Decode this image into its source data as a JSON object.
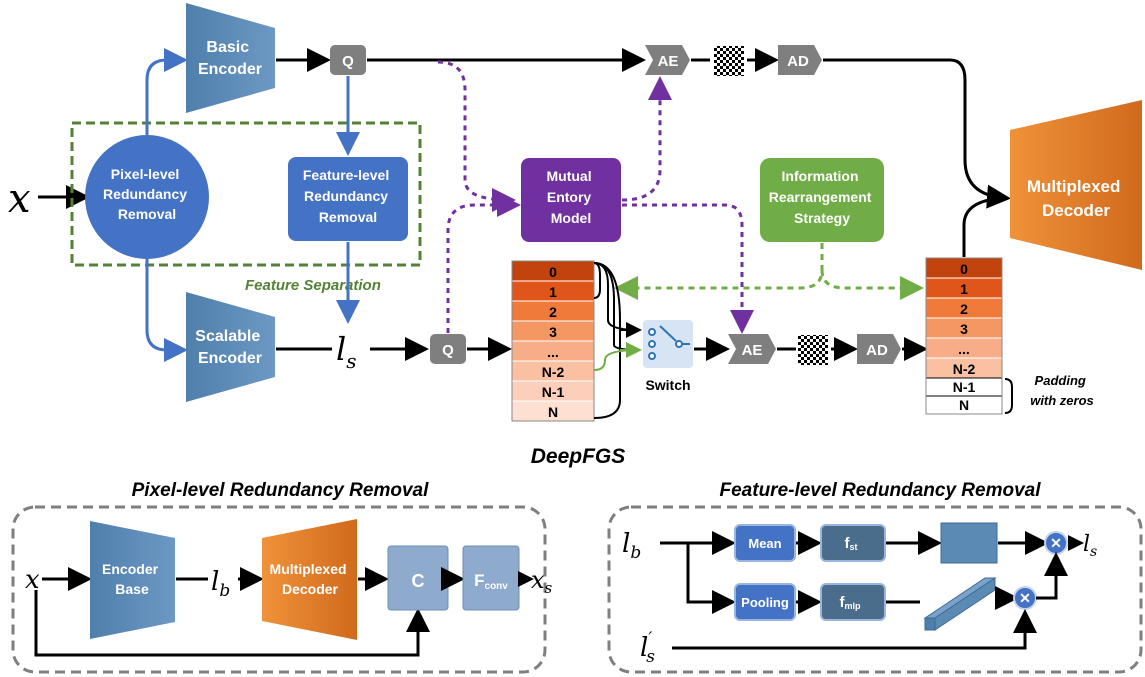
{
  "diagram": {
    "main_title": "DeepFGS",
    "input_x": "x",
    "basic_encoder": [
      "Basic",
      "Encoder"
    ],
    "scalable_encoder": [
      "Scalable",
      "Encoder"
    ],
    "pixel_removal": [
      "Pixel-level",
      "Redundancy",
      "Removal"
    ],
    "feature_removal": [
      "Feature-level",
      "Redundancy",
      "Removal"
    ],
    "feature_separation": "Feature Separation",
    "q": "Q",
    "ls": "l",
    "ls_sub": "s",
    "ae": "AE",
    "ad": "AD",
    "mutual_entropy": [
      "Mutual",
      "Entory",
      "Model"
    ],
    "info_strategy": [
      "Information",
      "Rearrangement",
      "Strategy"
    ],
    "multiplexed_decoder": [
      "Multiplexed",
      "Decoder"
    ],
    "switch": "Switch",
    "layers_left": [
      "0",
      "1",
      "2",
      "3",
      "...",
      "N-2",
      "N-1",
      "N"
    ],
    "layers_right": [
      "0",
      "1",
      "2",
      "3",
      "...",
      "N-2",
      "N-1",
      "N"
    ],
    "padding": [
      "Padding",
      "with zeros"
    ],
    "pixel_panel": {
      "title": "Pixel-level Redundancy Removal",
      "x": "x",
      "encoder_base": [
        "Encoder",
        "Base"
      ],
      "lb": "l",
      "lb_sub": "b",
      "decoder": [
        "Multiplexed",
        "Decoder"
      ],
      "c": "C",
      "fconv": "F",
      "fconv_sub": "conv",
      "xs": "x",
      "xs_sub": "s"
    },
    "feature_panel": {
      "title": "Feature-level Redundancy Removal",
      "lb": "l",
      "lb_sub": "b",
      "mean": "Mean",
      "pooling": "Pooling",
      "fst": "f",
      "fst_sub": "st",
      "fmlp": "f",
      "fmlp_sub": "mlp",
      "ls": "l",
      "ls_sub": "s",
      "lsp": "l",
      "lsp_sub": "s",
      "lsp_prime": "′"
    },
    "colors": {
      "blue_box": "#4472c4",
      "encoder": "#5b8ab5",
      "purple": "#7030a0",
      "green": "#70ad47",
      "orange": "#e07b28",
      "gray": "#7f7f7f",
      "dashed_green": "#548235"
    }
  }
}
